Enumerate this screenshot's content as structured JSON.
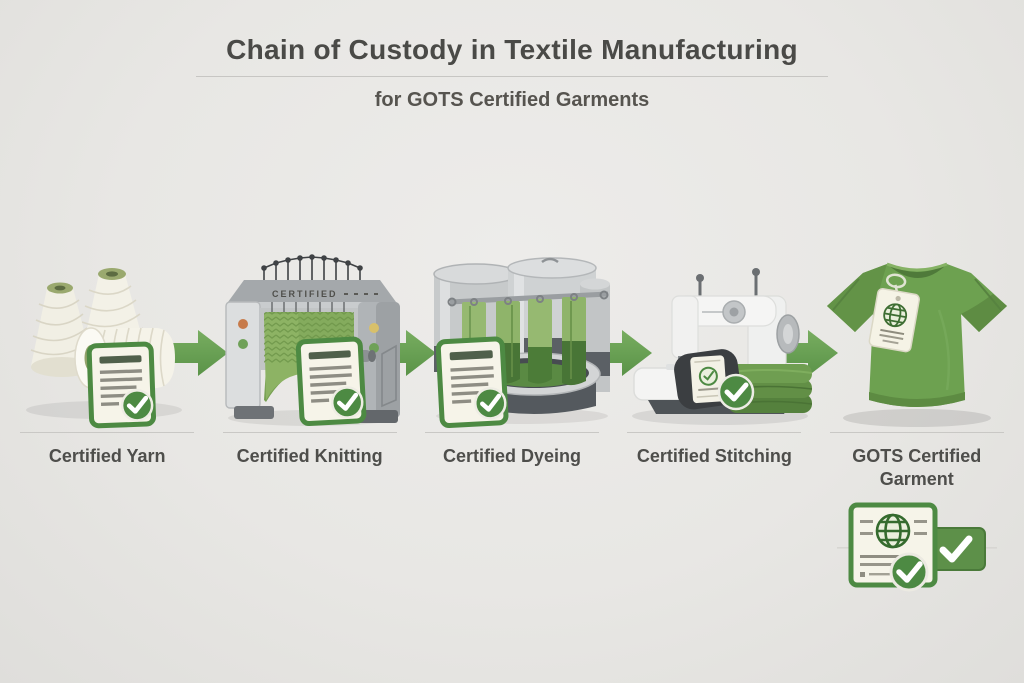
{
  "header": {
    "title": "Chain of Custody in Textile Manufacturing",
    "subtitle": "for GOTS Certified Garments"
  },
  "stages": [
    {
      "label": "Certified Yarn",
      "icon": "yarn-spools-icon"
    },
    {
      "label": "Certified Knitting",
      "icon": "knitting-machine-icon",
      "machine_text": "CERTIFIED"
    },
    {
      "label": "Certified Dyeing",
      "icon": "dye-vats-icon"
    },
    {
      "label": "Certified Stitching",
      "icon": "sewing-machine-icon"
    },
    {
      "label": "GOTS Certified Garment",
      "icon": "tshirt-with-tag-icon"
    }
  ],
  "icons": {
    "flow_arrow": "arrow-right-icon",
    "stage_certificate": "certificate-check-icon",
    "final_certificate": "gots-certificate-globe-check-icon",
    "hang_tag": "globe-hang-tag-icon"
  },
  "colors": {
    "background": "#e8e7e4",
    "title_text": "#4a4a47",
    "label_text": "#4e4e4b",
    "arrow_green": "#68a355",
    "badge_green": "#4d8a43",
    "fabric_green": "#7aa658",
    "cream": "#f6f4e9"
  }
}
